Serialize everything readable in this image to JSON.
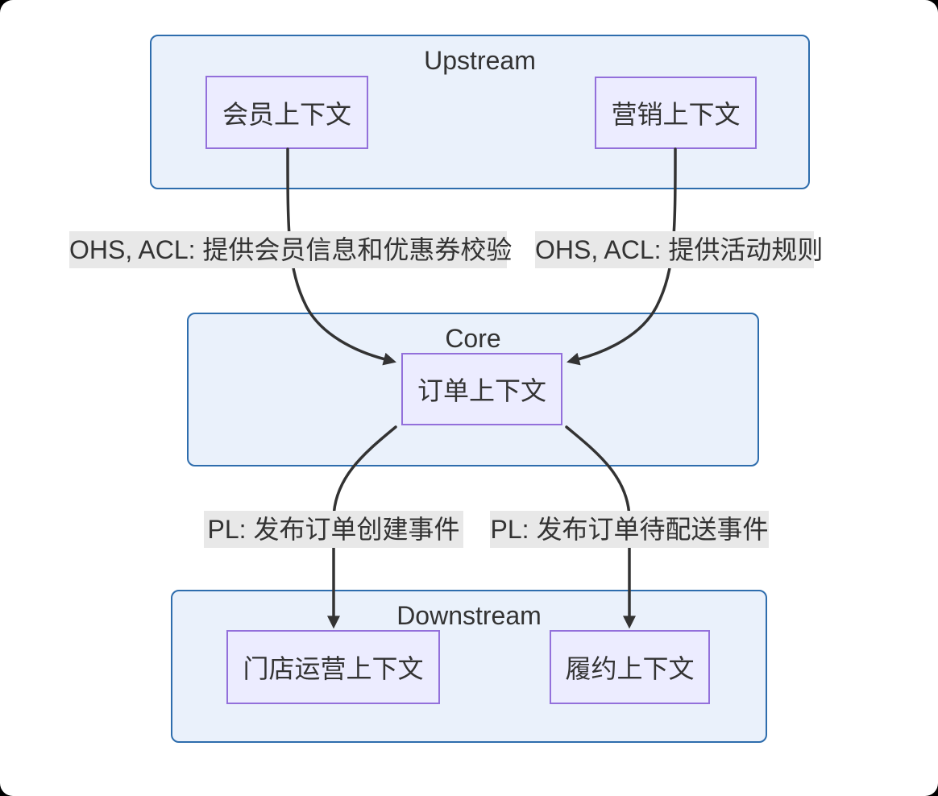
{
  "diagram": {
    "type": "flowchart-context-map",
    "clusters": {
      "upstream": {
        "title": "Upstream",
        "nodes": {
          "member": {
            "label": "会员上下文"
          },
          "marketing": {
            "label": "营销上下文"
          }
        }
      },
      "core": {
        "title": "Core",
        "nodes": {
          "order": {
            "label": "订单上下文"
          }
        }
      },
      "downstream": {
        "title": "Downstream",
        "nodes": {
          "store": {
            "label": "门店运营上下文"
          },
          "fulfillment": {
            "label": "履约上下文"
          }
        }
      }
    },
    "edges": [
      {
        "from": "member",
        "to": "order",
        "label": "OHS, ACL: 提供会员信息和优惠券校验"
      },
      {
        "from": "marketing",
        "to": "order",
        "label": "OHS, ACL: 提供活动规则"
      },
      {
        "from": "order",
        "to": "store",
        "label": "PL: 发布订单创建事件"
      },
      {
        "from": "order",
        "to": "fulfillment",
        "label": "PL: 发布订单待配送事件"
      }
    ],
    "colors": {
      "cluster_fill": "#EAF1FB",
      "cluster_border": "#2E6DAD",
      "node_fill": "#ECECFF",
      "node_border": "#9370DB",
      "edge_stroke": "#333333",
      "edge_label_bg": "#E8E8E8",
      "text": "#333333",
      "canvas_bg": "#FFFFFF"
    }
  }
}
